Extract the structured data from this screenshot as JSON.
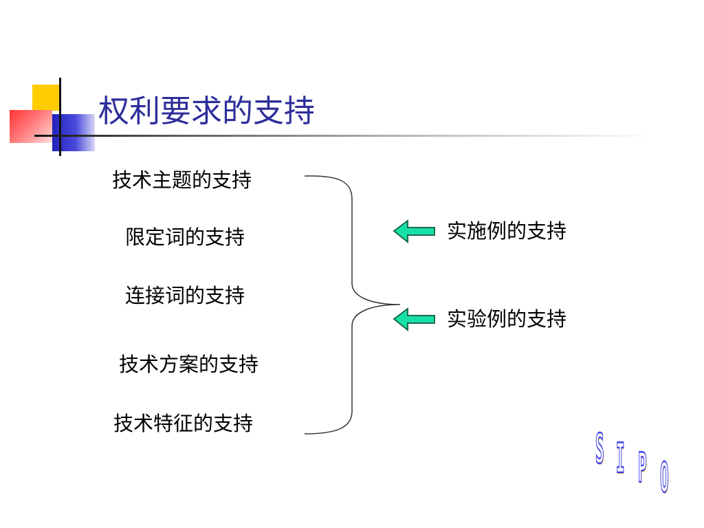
{
  "slide": {
    "title": "权利要求的支持",
    "left_items": [
      "技术主题的支持",
      "限定词的支持",
      "连接词的支持",
      "技术方案的支持",
      "技术特征的支持"
    ],
    "right_items": [
      "实施例的支持",
      "实验例的支持"
    ],
    "logo_text": [
      "S",
      "I",
      "P",
      "O"
    ]
  },
  "colors": {
    "title": "#2d2d9b",
    "arrow_fill": "#19e0a6",
    "arrow_stroke": "#1a6a50",
    "logo_outline": "#3a3af0",
    "logo_fill": "#f3c040"
  },
  "icons": {
    "arrow": "left-arrow-icon",
    "bracket": "curly-bracket"
  }
}
